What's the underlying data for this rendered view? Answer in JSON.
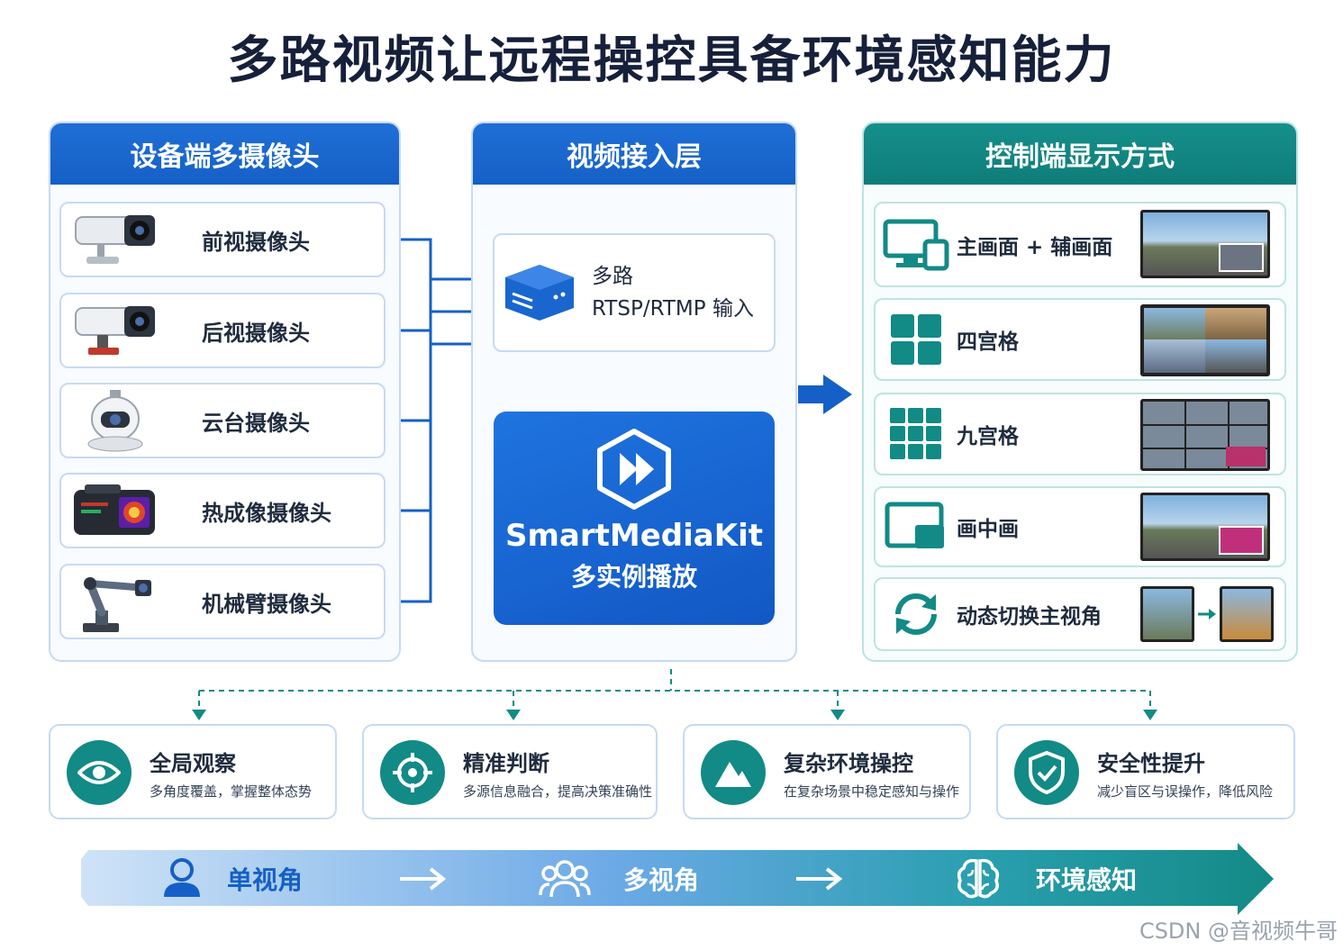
{
  "title": "多路视频让远程操控具备环境感知能力",
  "device_panel": {
    "header": "设备端多摄像头",
    "cameras": [
      {
        "label": "前视摄像头",
        "icon": "bullet-camera-icon"
      },
      {
        "label": "后视摄像头",
        "icon": "rear-camera-icon"
      },
      {
        "label": "云台摄像头",
        "icon": "ptz-camera-icon"
      },
      {
        "label": "热成像摄像头",
        "icon": "thermal-camera-icon"
      },
      {
        "label": "机械臂摄像头",
        "icon": "robot-arm-camera-icon"
      }
    ]
  },
  "access_panel": {
    "header": "视频接入层",
    "input_line1": "多路",
    "input_line2": "RTSP/RTMP 输入",
    "kit_name": "SmartMediaKit",
    "kit_sub": "多实例播放"
  },
  "display_panel": {
    "header": "控制端显示方式",
    "modes": [
      {
        "label": "主画面 + 辅画面",
        "icon": "monitor-devices-icon"
      },
      {
        "label": "四宫格",
        "icon": "four-grid-icon"
      },
      {
        "label": "九宫格",
        "icon": "nine-grid-icon"
      },
      {
        "label": "画中画",
        "icon": "picture-in-picture-icon"
      },
      {
        "label": "动态切换主视角",
        "icon": "refresh-icon"
      }
    ]
  },
  "benefits": [
    {
      "title": "全局观察",
      "desc": "多角度覆盖，掌握整体态势",
      "icon": "eye-icon"
    },
    {
      "title": "精准判断",
      "desc": "多源信息融合，提高决策准确性",
      "icon": "target-icon"
    },
    {
      "title": "复杂环境操控",
      "desc": "在复杂场景中稳定感知与操作",
      "icon": "mountain-icon"
    },
    {
      "title": "安全性提升",
      "desc": "减少盲区与误操作，降低风险",
      "icon": "shield-check-icon"
    }
  ],
  "progression": [
    {
      "label": "单视角",
      "icon": "user-icon"
    },
    {
      "label": "多视角",
      "icon": "users-icon"
    },
    {
      "label": "环境感知",
      "icon": "brain-icon"
    }
  ],
  "watermark": "CSDN @音视频牛哥",
  "colors": {
    "blue": "#1560c6",
    "teal": "#0f7d7a",
    "dark": "#16203a"
  }
}
